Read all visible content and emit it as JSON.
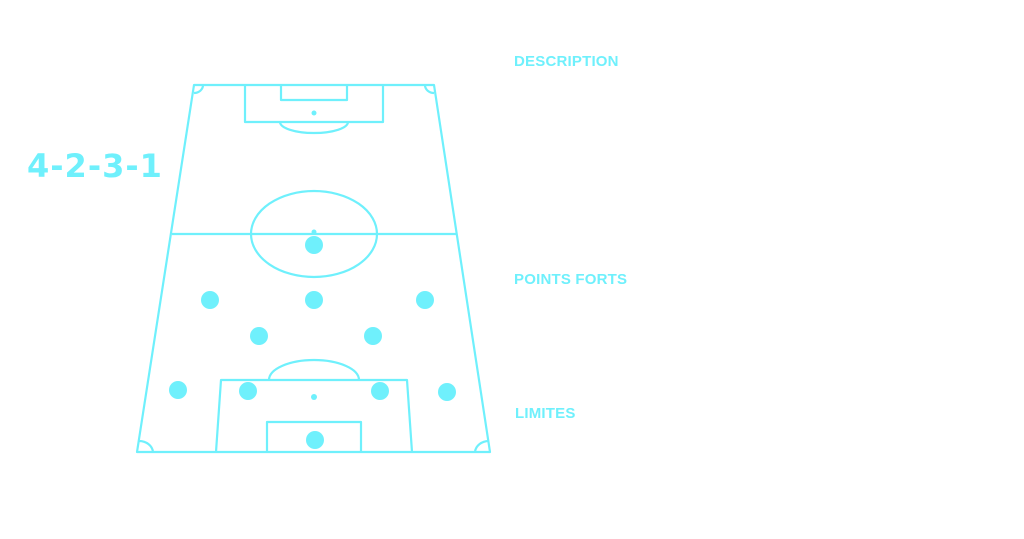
{
  "formation": "4-2-3-1",
  "sections": {
    "description": "DESCRIPTION",
    "points_forts": "POINTS FORTS",
    "limites": "LIMITES"
  },
  "colors": {
    "accent": "#6ff0fc",
    "background": "#ffffff"
  }
}
